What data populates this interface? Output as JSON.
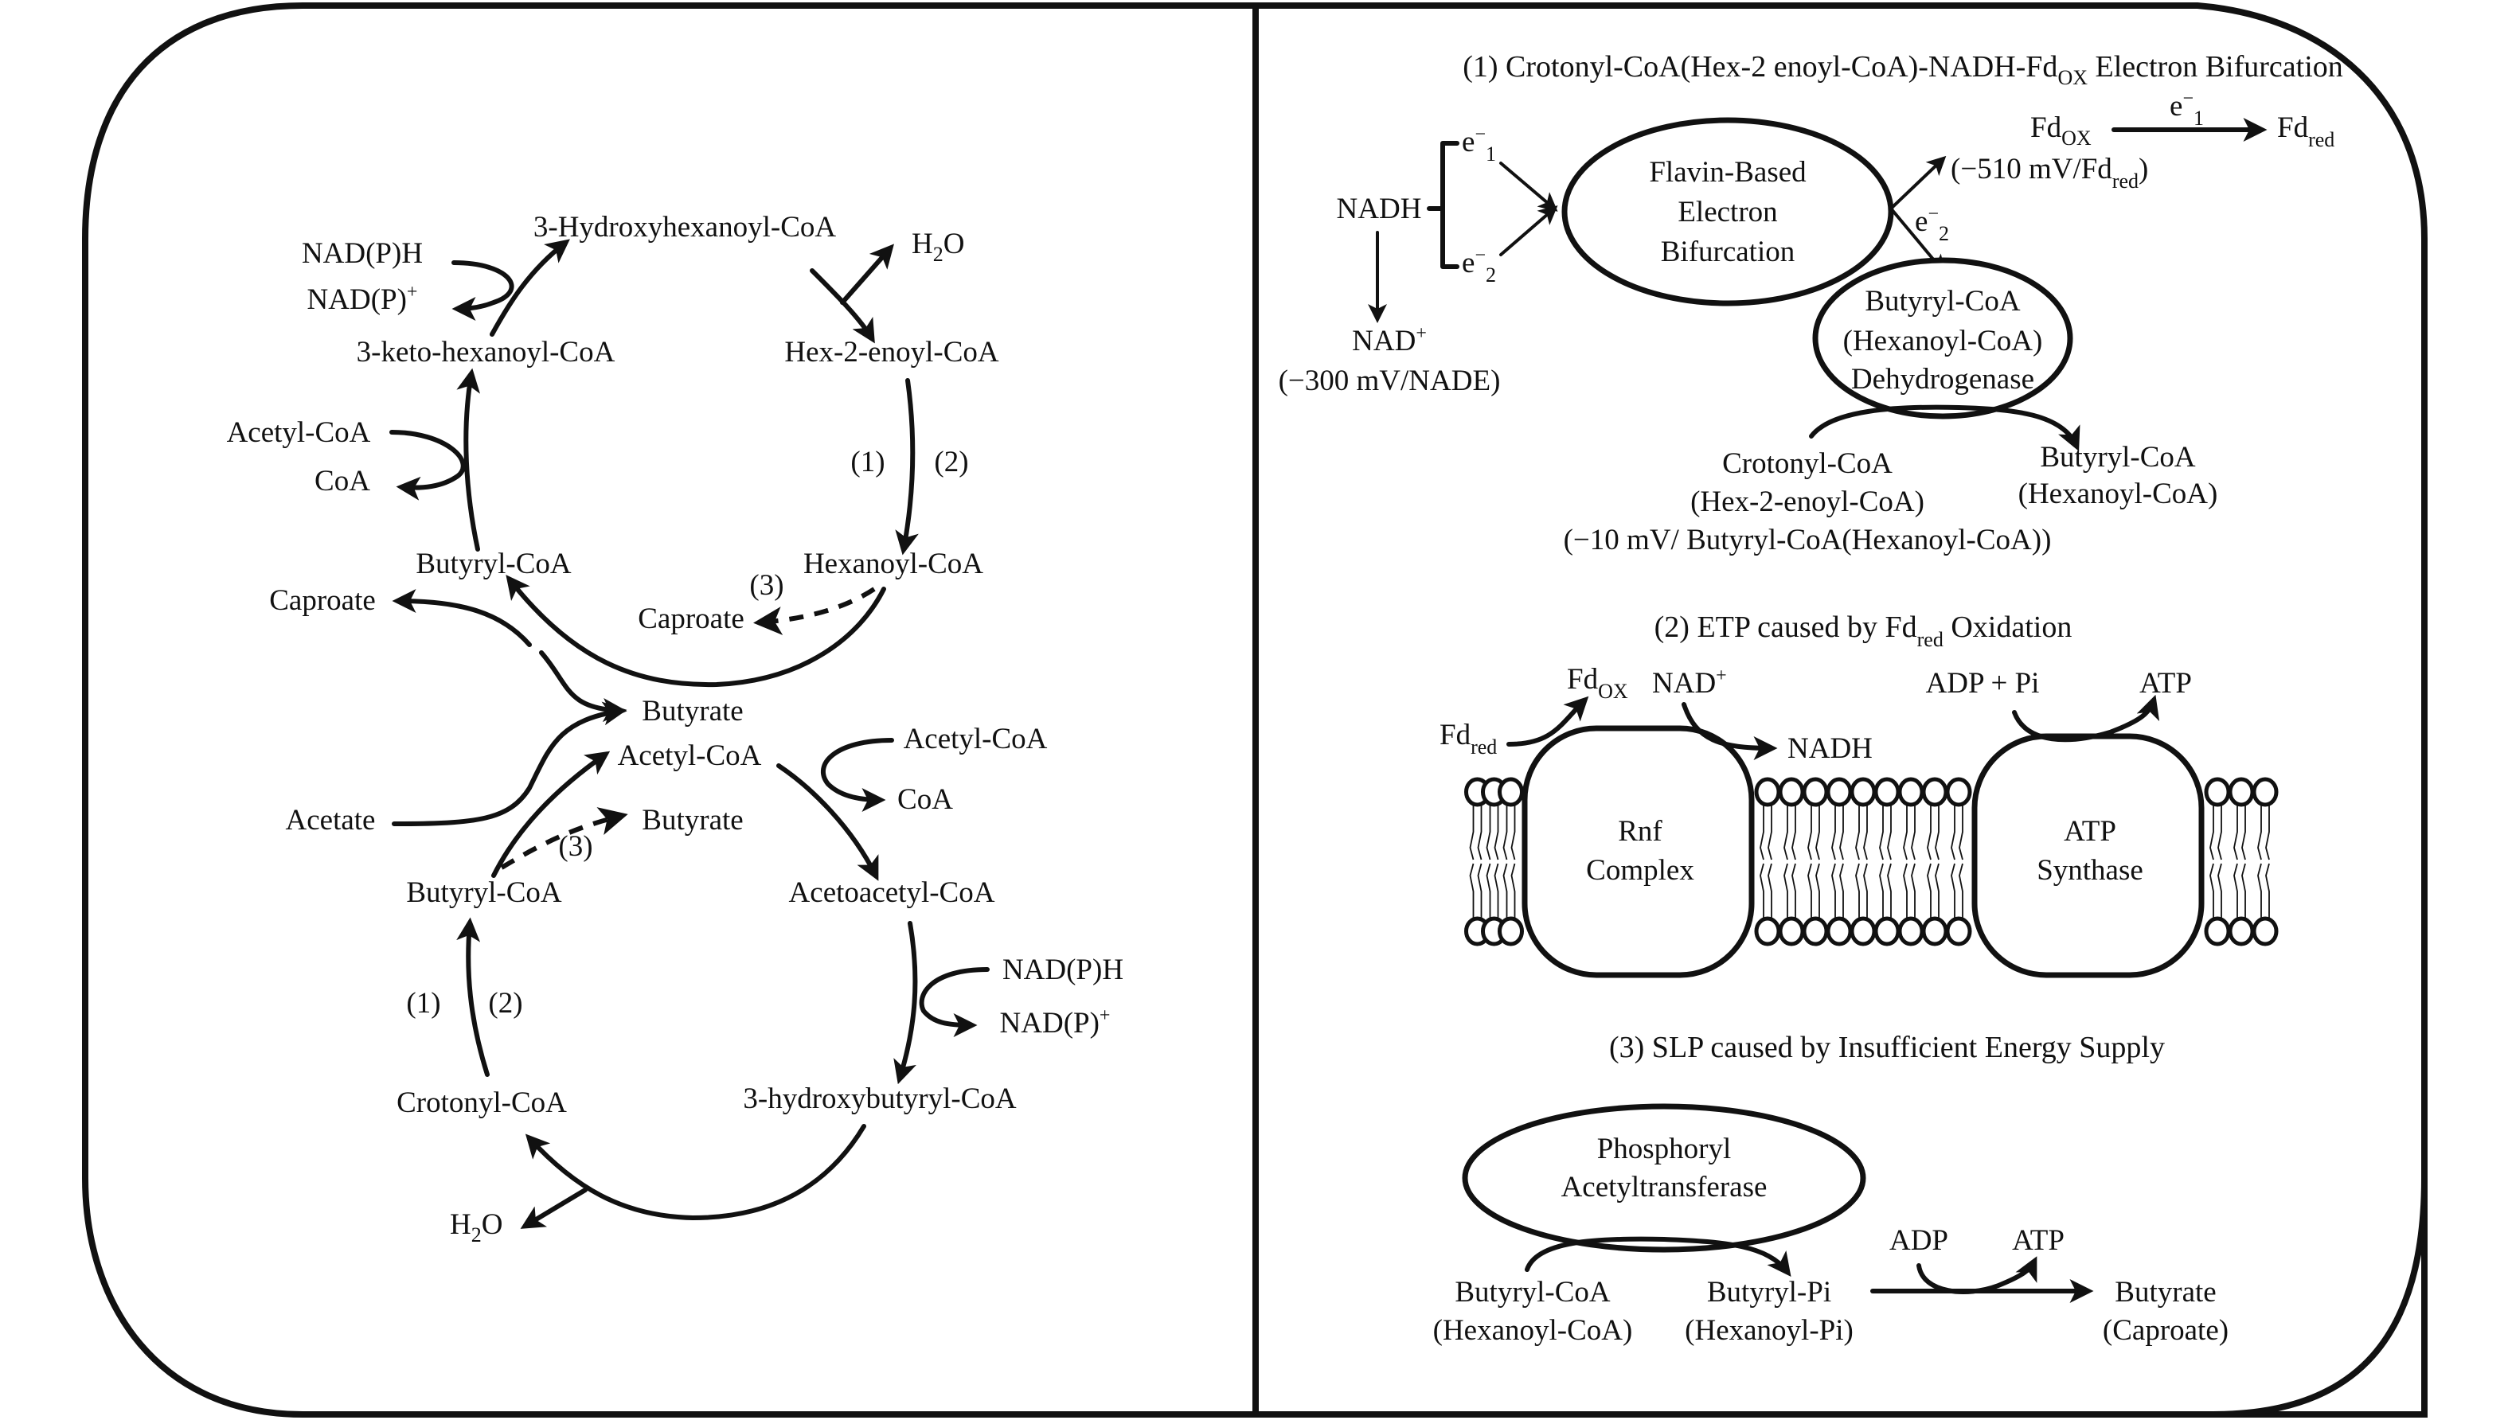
{
  "left_panel": {
    "upper_cycle": {
      "hydroxyhexanoyl": "3-Hydroxyhexanoyl-CoA",
      "nadph": "NAD(P)H",
      "nadp_base": "NAD(P)",
      "nadp_sup": "+",
      "h2o_base_h": "H",
      "h2o_sub": "2",
      "h2o_base_o": "O",
      "keto": "3-keto-hexanoyl-CoA",
      "hex2enoyl": "Hex-2-enoyl-CoA",
      "step1": "(1)",
      "step2": "(2)",
      "acetyl_coa": "Acetyl-CoA",
      "coa": "CoA",
      "butyryl_coa": "Butyryl-CoA",
      "hexanoyl_coa": "Hexanoyl-CoA",
      "caproate_left": "Caproate",
      "step3": "(3)",
      "caproate_mid": "Caproate"
    },
    "lower_cycle": {
      "butyrate_top": "Butyrate",
      "acetyl_coa_mid": "Acetyl-CoA",
      "acetyl_coa_right": "Acetyl-CoA",
      "coa_right": "CoA",
      "acetate": "Acetate",
      "butyrate_dashed": "Butyrate",
      "step3": "(3)",
      "butyryl_coa": "Butyryl-CoA",
      "acetoacetyl_coa": "Acetoacetyl-CoA",
      "nadph": "NAD(P)H",
      "nadp_base": "NAD(P)",
      "nadp_sup": "+",
      "step1": "(1)",
      "step2": "(2)",
      "crotonyl_coa": "Crotonyl-CoA",
      "hydroxybutyryl_coa": "3-hydroxybutyryl-CoA",
      "h2o_h": "H",
      "h2o_sub": "2",
      "h2o_o": "O"
    }
  },
  "right_panel": {
    "section1": {
      "title_main": "(1) Crotonyl-CoA(Hex-2 enoyl-CoA)-NADH-Fd",
      "title_sub": "OX",
      "title_end": " Electron Bifurcation",
      "nadh": "NADH",
      "e_minus": "e",
      "minus_sup": "−",
      "sub1": "1",
      "sub2": "2",
      "nad_plus_base": "NAD",
      "nad_plus_sup": "+",
      "nade_potential": "(−300 mV/NADE)",
      "bifurcation_line1": "Flavin-Based",
      "bifurcation_line2": "Electron",
      "bifurcation_line3": "Bifurcation",
      "fd": "Fd",
      "ox_sub": "OX",
      "red_sub": "red",
      "fd_potential_pre": "(−510 mV/Fd",
      "fd_potential_post": ")",
      "dehydrogenase_line1": "Butyryl-CoA",
      "dehydrogenase_line2": "(Hexanoyl-CoA)",
      "dehydrogenase_line3": "Dehydrogenase",
      "substrate_line1": "Crotonyl-CoA",
      "substrate_line2": "(Hex-2-enoyl-CoA)",
      "product_line1": "Butyryl-CoA",
      "product_line2": "(Hexanoyl-CoA)",
      "potential": "(−10 mV/ Butyryl-CoA(Hexanoyl-CoA))"
    },
    "section2": {
      "title_pre": "(2) ETP caused by Fd",
      "title_sub": "red",
      "title_post": " Oxidation",
      "fd": "Fd",
      "ox_sub": "OX",
      "red_sub": "red",
      "nad_base": "NAD",
      "nad_sup": "+",
      "nadh": "NADH",
      "adp_pi": "ADP + Pi",
      "atp": "ATP",
      "rnf_line1": "Rnf",
      "rnf_line2": "Complex",
      "atp_synthase_line1": "ATP",
      "atp_synthase_line2": "Synthase"
    },
    "section3": {
      "title": "(3) SLP caused by Insufficient Energy Supply",
      "enzyme_line1": "Phosphoryl",
      "enzyme_line2": "Acetyltransferase",
      "substrate_line1": "Butyryl-CoA",
      "substrate_line2": "(Hexanoyl-CoA)",
      "intermediate_line1": "Butyryl-Pi",
      "intermediate_line2": "(Hexanoyl-Pi)",
      "adp": "ADP",
      "atp": "ATP",
      "product_line1": "Butyrate",
      "product_line2": "(Caproate)"
    }
  }
}
